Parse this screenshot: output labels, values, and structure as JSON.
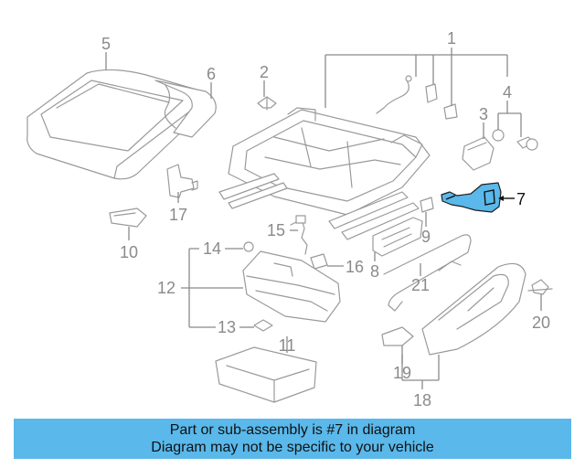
{
  "diagram": {
    "highlighted_part": "7",
    "colors": {
      "highlight": "#5ab8ea",
      "banner": "#5ab8ea",
      "line": "#9a9a9a"
    },
    "callouts": {
      "c1": "1",
      "c2": "2",
      "c3": "3",
      "c4": "4",
      "c5": "5",
      "c6": "6",
      "c7": "7",
      "c8": "8",
      "c9": "9",
      "c10": "10",
      "c11": "11",
      "c12": "12",
      "c13": "13",
      "c14": "14",
      "c15": "15",
      "c16": "16",
      "c17": "17",
      "c18": "18",
      "c19": "19",
      "c20": "20",
      "c21": "21"
    }
  },
  "banner": {
    "line1": "Part or sub-assembly is #7 in diagram",
    "line2": "Diagram may not be specific to your vehicle"
  }
}
